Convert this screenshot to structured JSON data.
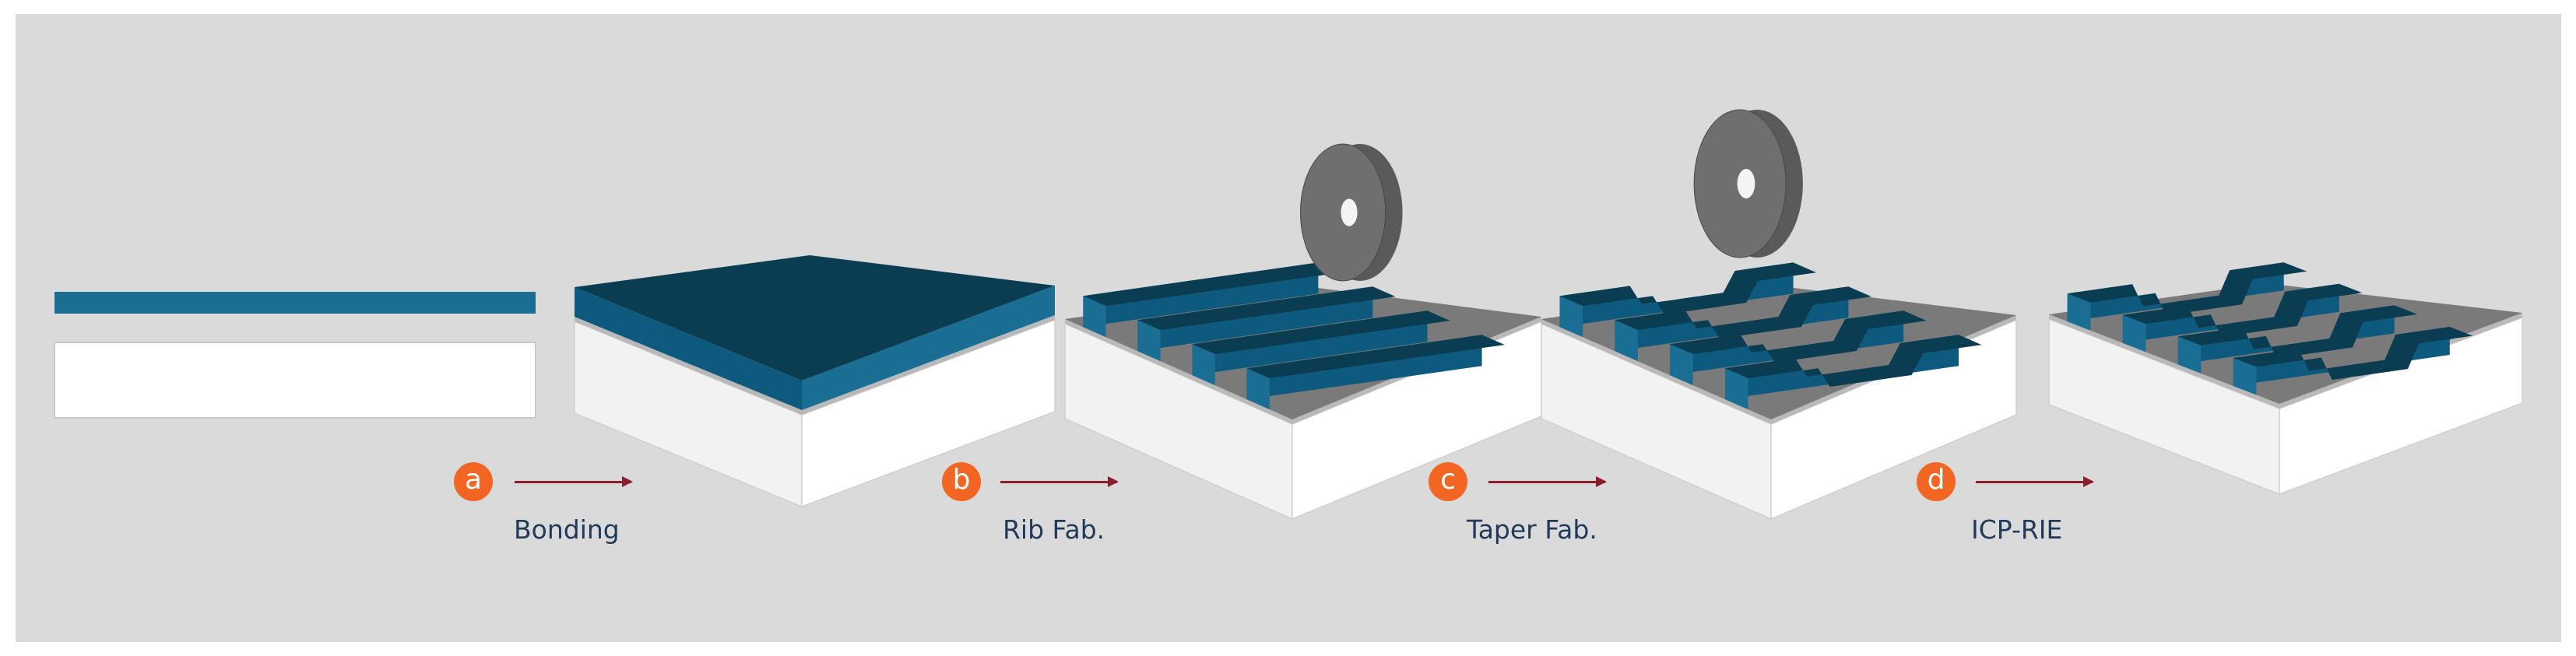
{
  "colors": {
    "panel_background": "#dadada",
    "film_top": "#0b3d52",
    "film_side": "#0e5a7e",
    "film_blue": "#1a6e94",
    "substrate_top": "#b9b9b9",
    "substrate_side": "#f2f2f2",
    "etched_surface": "#7a7a7a",
    "blade_face": "#6f6f6f",
    "badge": "#f26522",
    "arrow": "#8b1e2b",
    "label_text": "#1f3a5a"
  },
  "steps": [
    {
      "badge": "a",
      "label": "Bonding"
    },
    {
      "badge": "b",
      "label": "Rib Fab."
    },
    {
      "badge": "c",
      "label": "Taper Fab."
    },
    {
      "badge": "d",
      "label": "ICP-RIE"
    }
  ],
  "stages": [
    {
      "name": "initial",
      "icon": "separate-film-and-substrate"
    },
    {
      "name": "bonded",
      "icon": "bonded-wafer-block"
    },
    {
      "name": "rib",
      "icon": "wafer-with-ribs-and-dicing-blade"
    },
    {
      "name": "taper",
      "icon": "wafer-with-tapered-ribs-and-dicing-blade"
    },
    {
      "name": "final",
      "icon": "wafer-with-tapered-waveguides"
    }
  ]
}
